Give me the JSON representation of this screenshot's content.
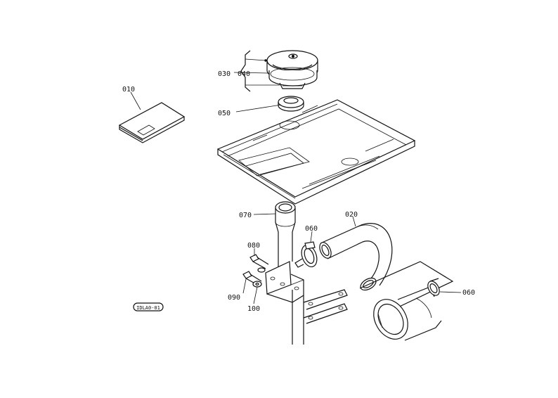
{
  "diagram": {
    "part_labels": {
      "p010": "010",
      "p020": "020",
      "p030": "030",
      "p040": "040",
      "p050": "050",
      "p060a": "060",
      "p060b": "060",
      "p070": "070",
      "p080": "080",
      "p090": "090",
      "p100": "100"
    },
    "stamp_text": "IDLA0-01"
  }
}
